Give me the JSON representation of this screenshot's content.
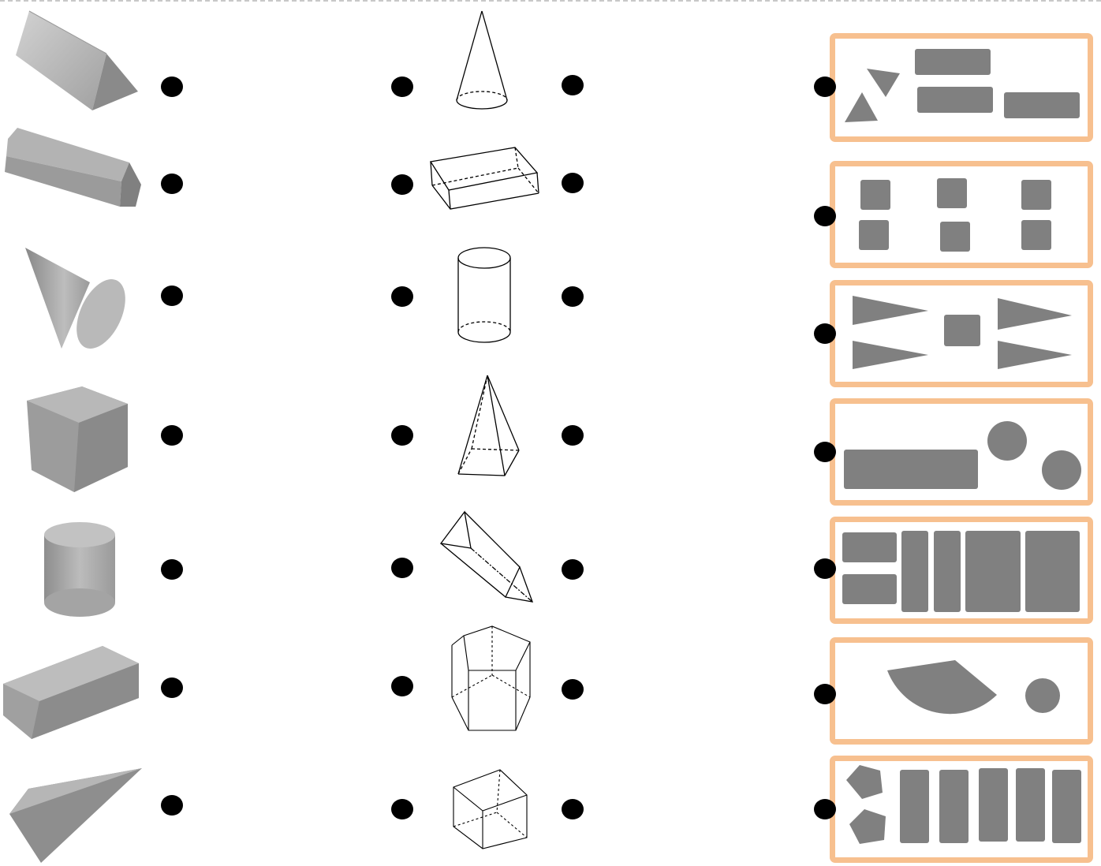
{
  "worksheet": {
    "rows": [
      {
        "solid": "triangular-prism",
        "wireframe": "cone",
        "net": "triangular-prism-net"
      },
      {
        "solid": "pentagonal-prism",
        "wireframe": "rectangular-prism",
        "net": "cube-net"
      },
      {
        "solid": "cone",
        "wireframe": "cylinder",
        "net": "square-pyramid-net"
      },
      {
        "solid": "cube",
        "wireframe": "square-pyramid",
        "net": "cylinder-net"
      },
      {
        "solid": "cylinder",
        "wireframe": "triangular-prism",
        "net": "rectangular-prism-net"
      },
      {
        "solid": "rectangular-prism",
        "wireframe": "pentagonal-prism",
        "net": "cone-net"
      },
      {
        "solid": "square-pyramid",
        "wireframe": "cube",
        "net": "pentagonal-prism-net"
      }
    ],
    "colors": {
      "wood_light": "#c4c4c4",
      "wood_mid": "#a6a6a6",
      "wood_dark": "#858585",
      "net_fill": "#808080",
      "box_border": "#f7c08f",
      "dot": "#000000",
      "line": "#000000"
    }
  }
}
